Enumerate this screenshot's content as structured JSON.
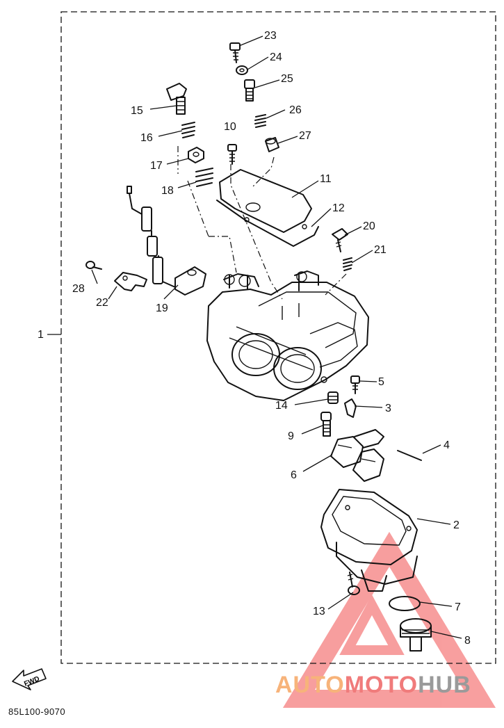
{
  "diagram": {
    "assembly_label": "1",
    "labels": [
      "2",
      "3",
      "4",
      "5",
      "6",
      "7",
      "8",
      "9",
      "10",
      "11",
      "12",
      "13",
      "14",
      "15",
      "16",
      "17",
      "18",
      "19",
      "20",
      "21",
      "22",
      "23",
      "24",
      "25",
      "26",
      "27",
      "28"
    ],
    "fwd_label": "FWD",
    "diagram_code": "85L100-9070"
  },
  "watermark": {
    "parts": [
      "AUTO",
      "MOTO",
      "HUB"
    ],
    "colors": [
      "#f7b37a",
      "#f07b7b",
      "#9a9a9a"
    ],
    "triangle_color": "#f25050"
  }
}
